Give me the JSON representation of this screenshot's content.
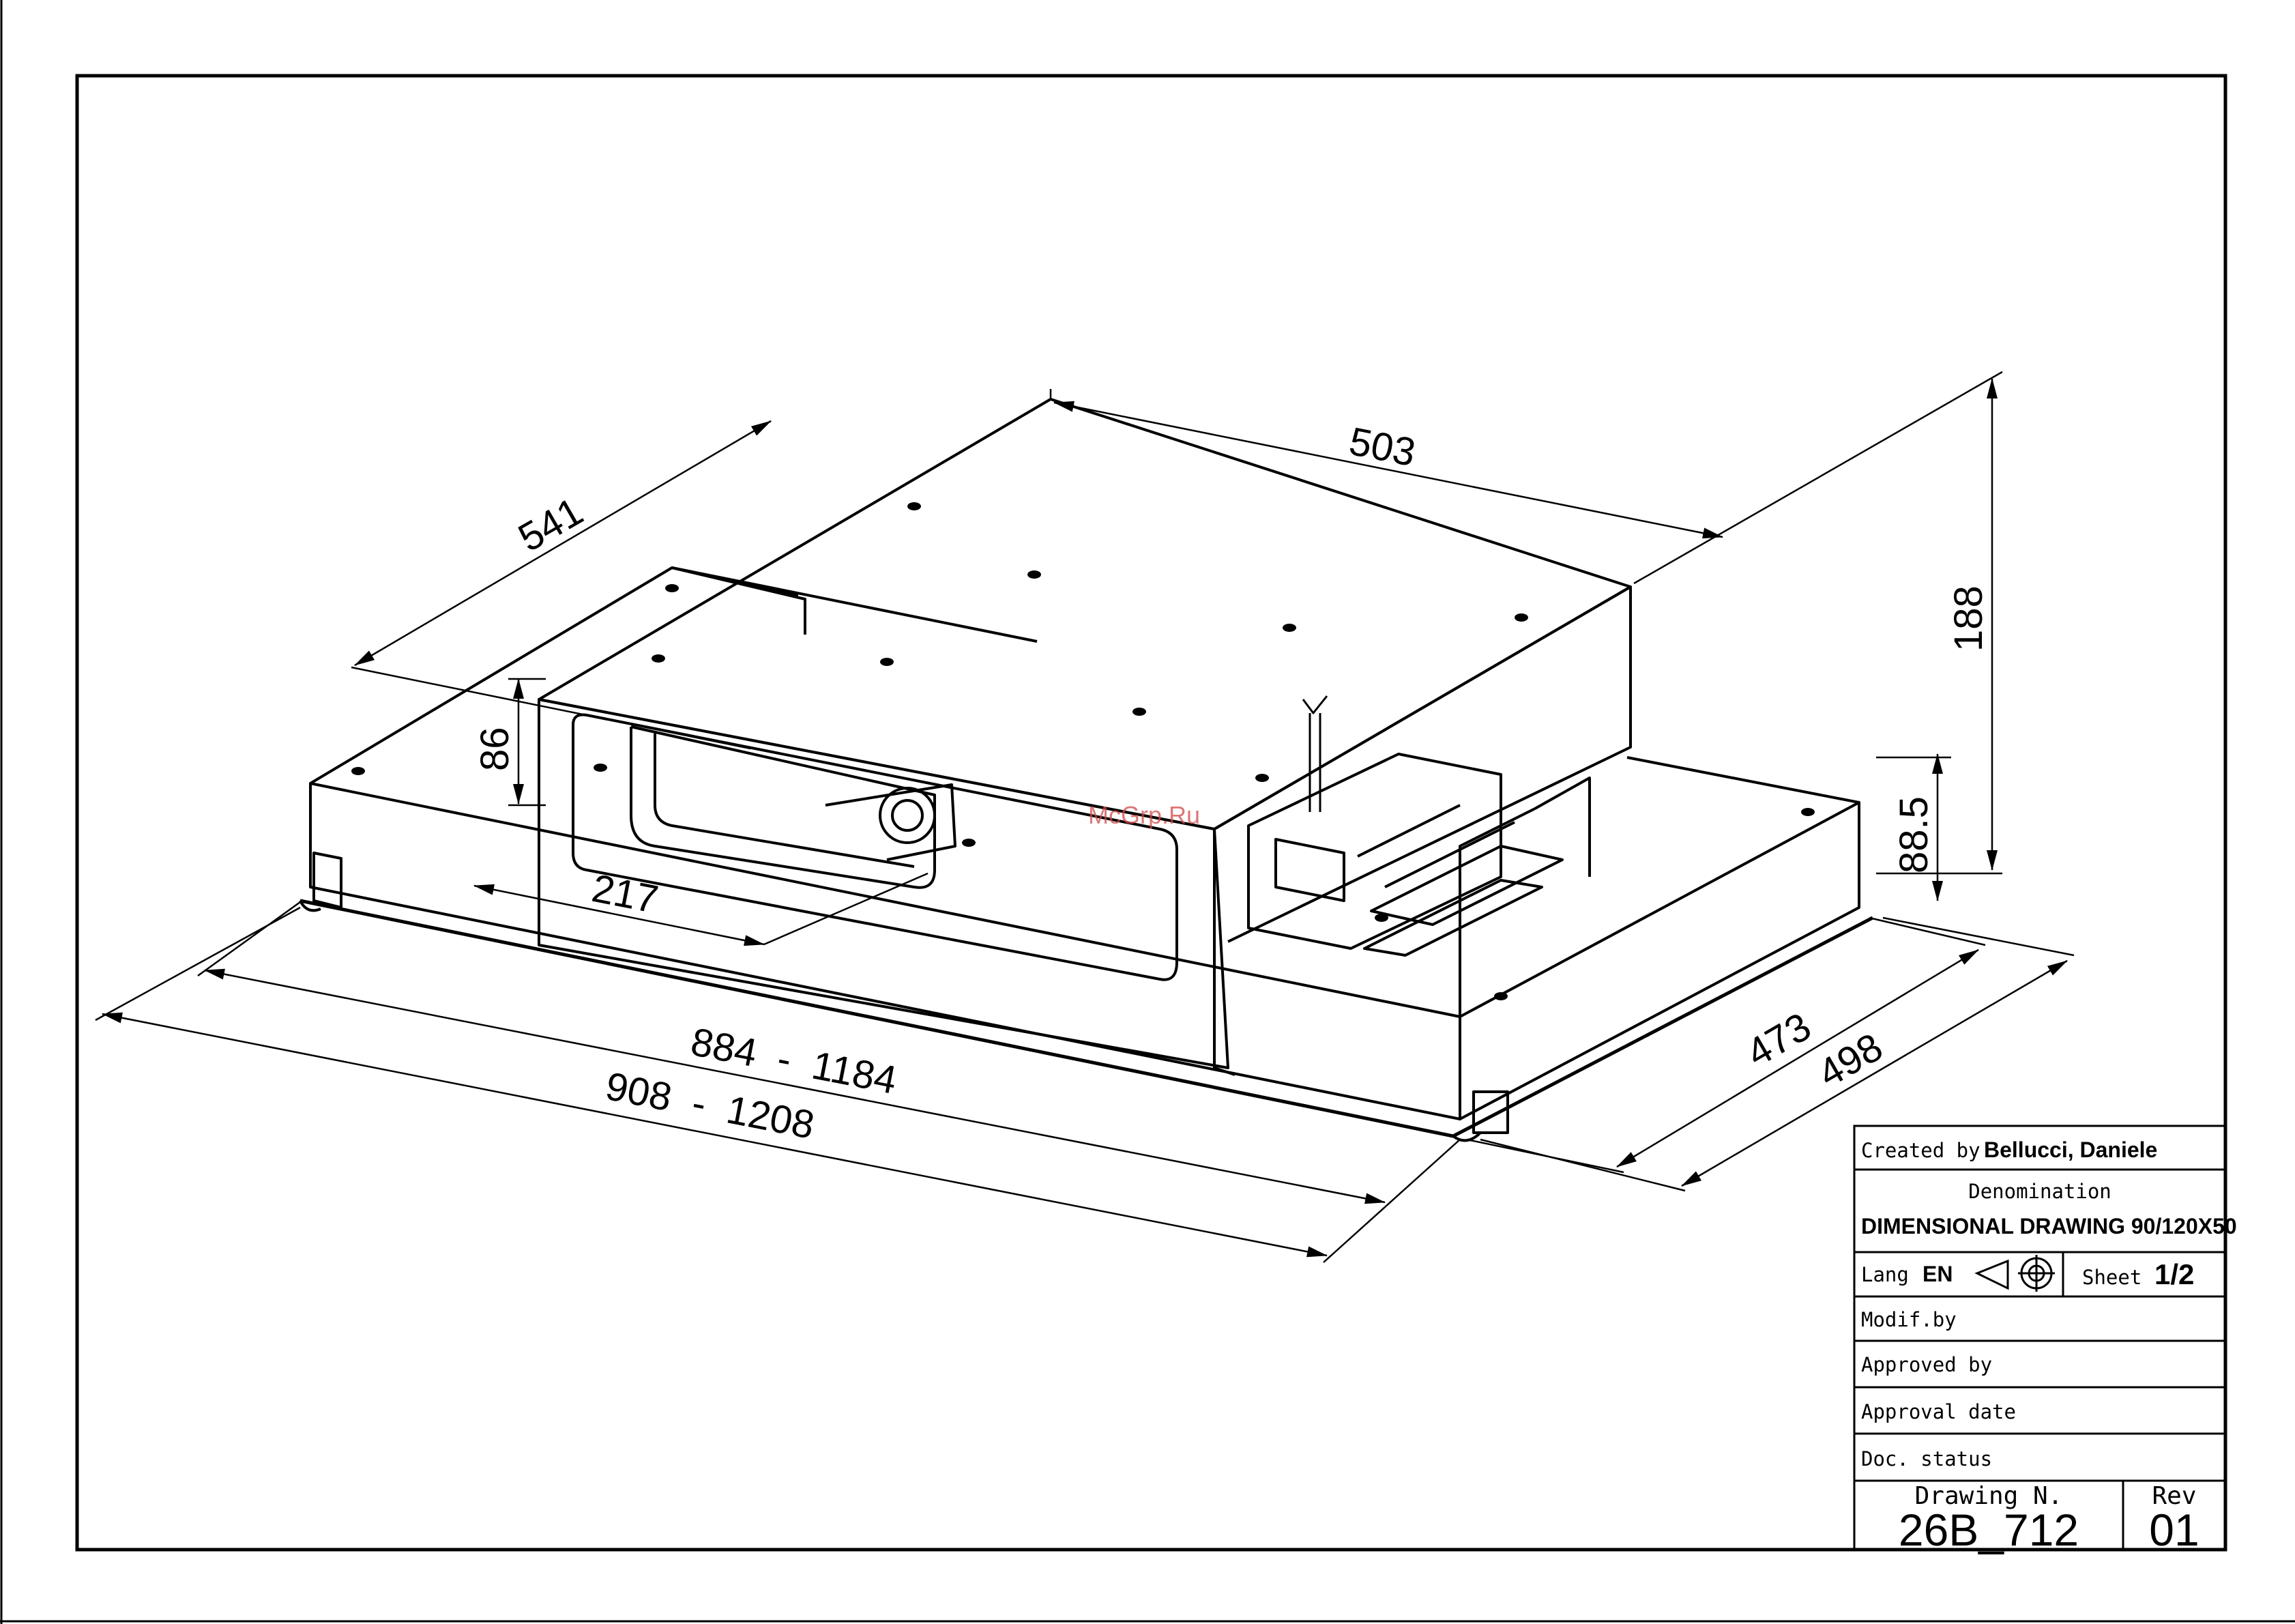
{
  "dimensions": {
    "top_width": "503",
    "top_depth": "541",
    "total_height": "188",
    "duct_height": "86",
    "duct_width": "217",
    "body_height": "88.5",
    "inner_length": "884  -  1184",
    "outer_length": "908  -  1208",
    "inner_depth": "473",
    "outer_depth": "498"
  },
  "watermark": "McGrp.Ru",
  "title_block": {
    "created_by_label": "Created by",
    "created_by_value": "Bellucci, Daniele",
    "denomination_label": "Denomination",
    "denomination_value": "DIMENSIONAL DRAWING 90/120X50",
    "lang_label": "Lang",
    "lang_value": "EN",
    "sheet_label": "Sheet",
    "sheet_value": "1/2",
    "modif_by_label": "Modif.by",
    "approved_by_label": "Approved by",
    "approval_date_label": "Approval date",
    "doc_status_label": "Doc. status",
    "drawing_n_label": "Drawing N.",
    "drawing_n_value": "26B_712",
    "rev_label": "Rev",
    "rev_value": "01"
  }
}
